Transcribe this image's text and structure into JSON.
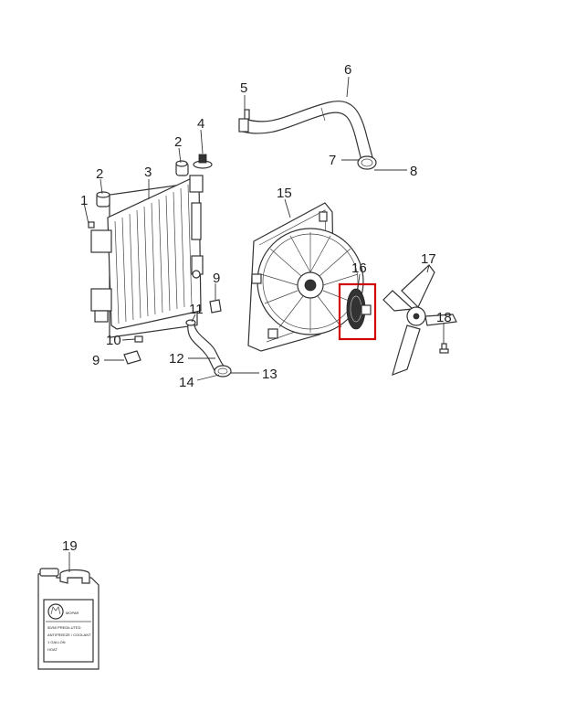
{
  "callouts": [
    "1",
    "2",
    "2",
    "3",
    "4",
    "5",
    "6",
    "7",
    "8",
    "9",
    "9",
    "10",
    "11",
    "12",
    "13",
    "14",
    "15",
    "16",
    "17",
    "18",
    "19"
  ],
  "highlight_color": "#d00000",
  "jug_label": {
    "brand": "MOPAR",
    "lines": [
      "50/50 PREDILUTED",
      "ANTIFREEZE / COOLANT",
      "1 GALLON",
      "HOAT"
    ]
  }
}
